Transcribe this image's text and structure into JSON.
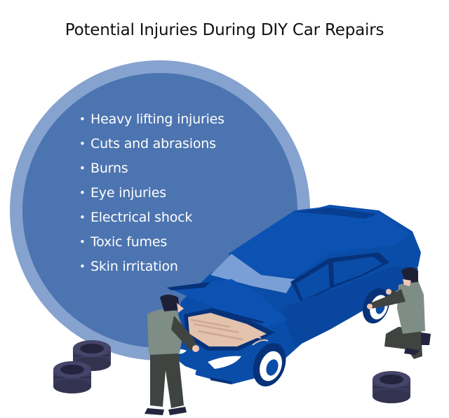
{
  "title": "Potential Injuries During DIY Car Repairs",
  "injuries": {
    "bullet": "•",
    "items": [
      "Heavy lifting injuries",
      "Cuts and abrasions",
      "Burns",
      "Eye injuries",
      "Electrical shock",
      "Toxic fumes",
      "Skin irritation"
    ]
  },
  "colors": {
    "circle_outer": "#86A2CF",
    "circle_inner": "#4C74B0",
    "car_body": "#0A4DA8",
    "car_dark": "#07327A",
    "car_light": "#7A9FD6",
    "engine": "#E3C2AE",
    "tire": "#3A3A5C",
    "tire_dark": "#24243E",
    "shirt": "#7E8E86",
    "pants": "#3F4440",
    "hair": "#1E2036",
    "skin": "#F2C8B4",
    "title_text": "#111111"
  },
  "illustration": {
    "subject": "two mechanics repairing a blue car",
    "elements": [
      "car-with-open-hood",
      "mechanic-at-engine",
      "mechanic-at-wheel",
      "tire-stack-left",
      "tire-right"
    ]
  }
}
